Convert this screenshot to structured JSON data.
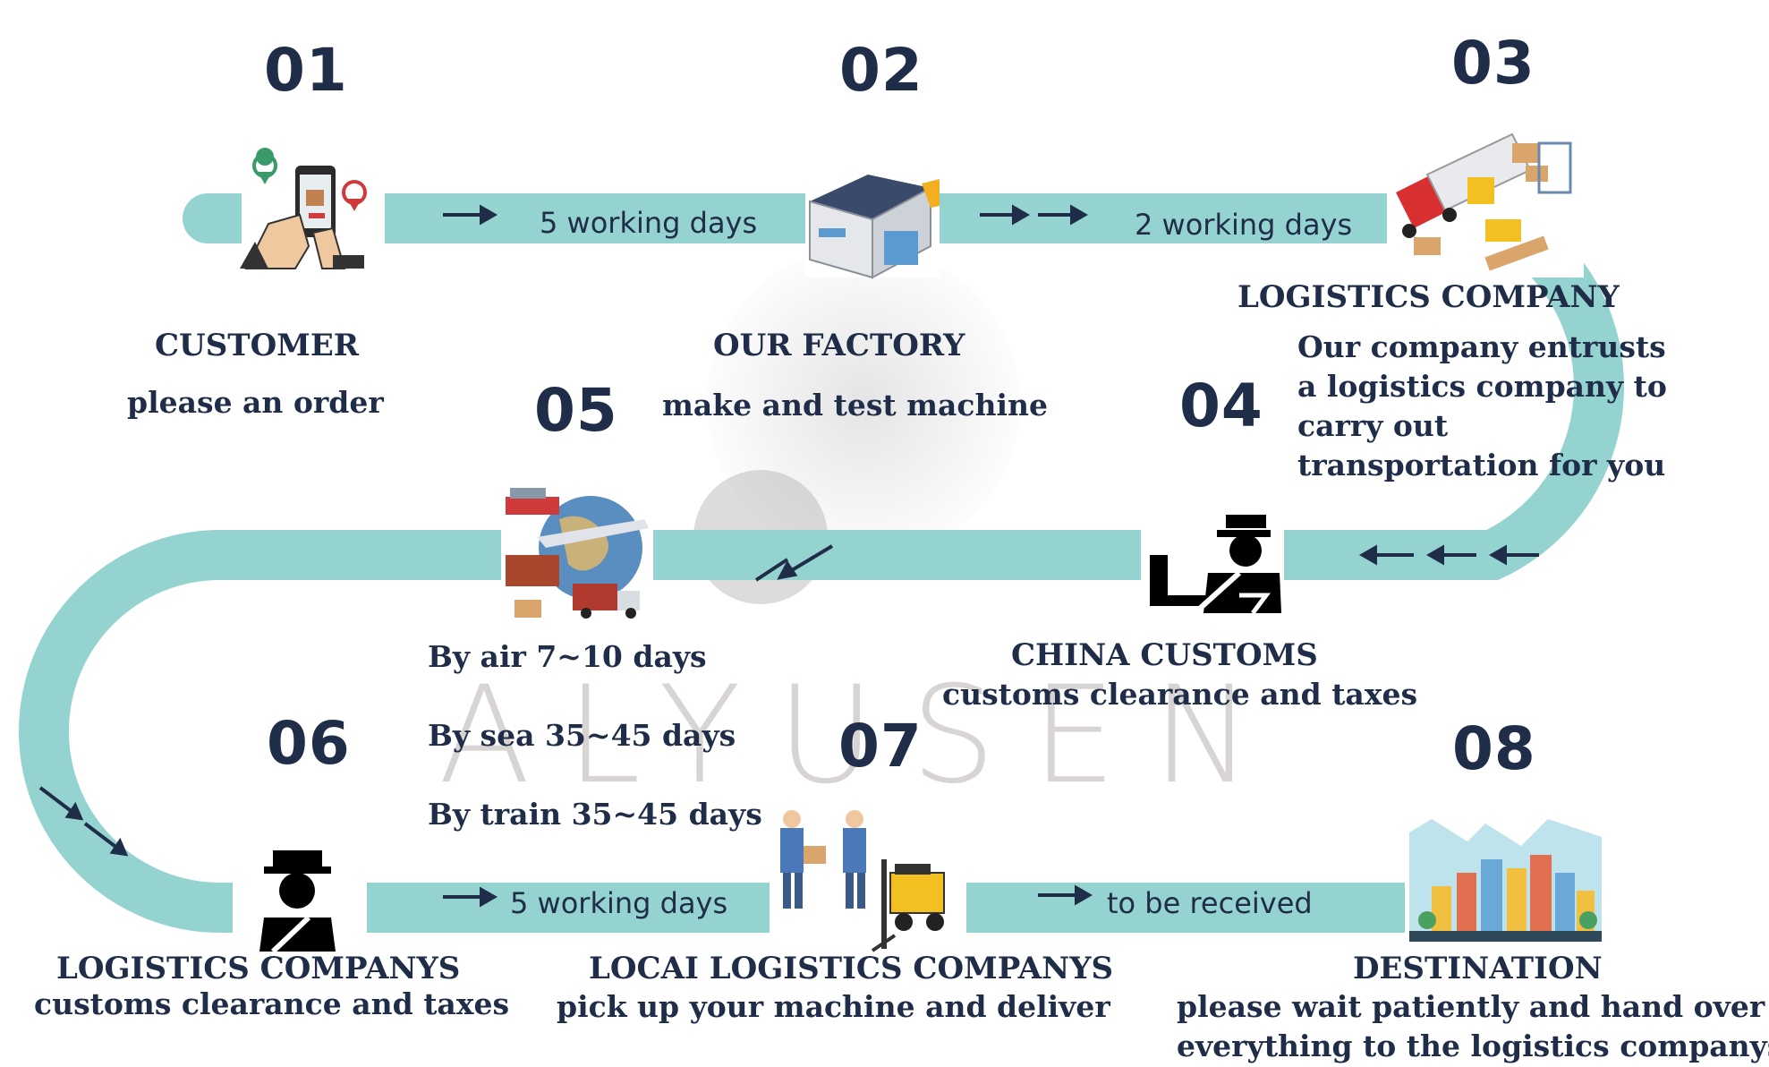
{
  "steps": [
    {
      "num": "01",
      "title": "CUSTOMER",
      "desc": "please an order"
    },
    {
      "num": "02",
      "title": "OUR FACTORY",
      "desc": "make and test machine"
    },
    {
      "num": "03",
      "title": "LOGISTICS COMPANY",
      "desc": "Our company entrusts a logistics company to carry out transportation for you"
    },
    {
      "num": "04",
      "title": "CHINA CUSTOMS",
      "desc": "customs clearance and taxes"
    },
    {
      "num": "05",
      "lines": [
        "By air  7~10 days",
        "By sea 35~45 days",
        "By train 35~45 days"
      ]
    },
    {
      "num": "06",
      "title": "LOGISTICS COMPANYS",
      "desc": "customs clearance and taxes"
    },
    {
      "num": "07",
      "title": "LOCAI LOGISTICS COMPANYS",
      "desc": "pick up your machine and deliver"
    },
    {
      "num": "08",
      "title": "DESTINATION",
      "desc_lines": [
        "please wait patiently and hand over",
        "everything to the logistics companys"
      ]
    }
  ],
  "road_labels": {
    "r1": "5 working days",
    "r2": "2 working days",
    "r3": "5 working days",
    "r4": "to be received"
  },
  "watermark": "ALYUSEN",
  "colors": {
    "road": "#94d3cf",
    "text": "#1f2d48",
    "arrow": "#1f2d48"
  },
  "icons": [
    "phone-order-icon",
    "warehouse-icon",
    "truck-warehouse-icon",
    "customs-officer-desk-icon",
    "globe-transport-icon",
    "officer-icon",
    "workers-forklift-icon",
    "city-icon"
  ]
}
